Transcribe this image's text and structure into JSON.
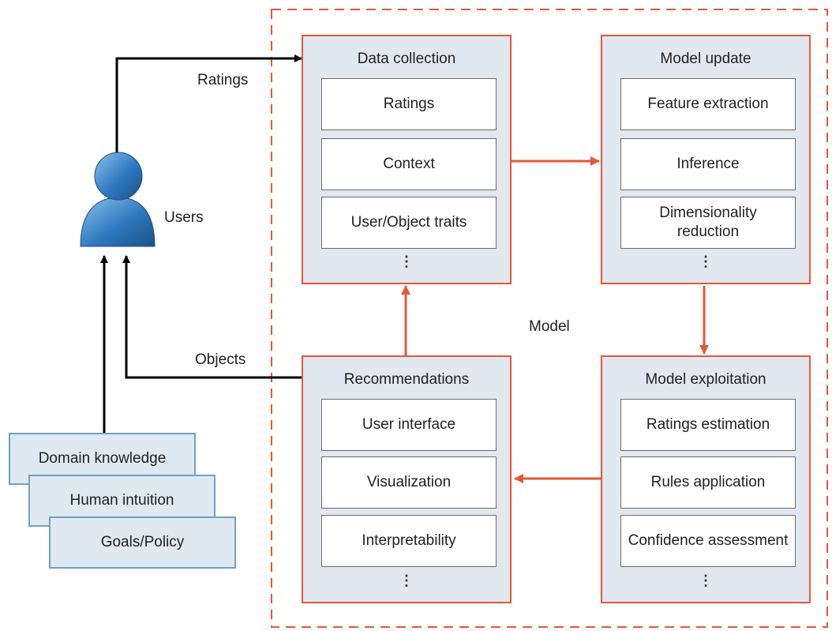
{
  "model_label": "Model",
  "users_label": "Users",
  "ratings_arrow_label": "Ratings",
  "objects_arrow_label": "Objects",
  "ellipsis": "⋮",
  "panels": {
    "data_collection": {
      "title": "Data collection",
      "items": [
        "Ratings",
        "Context",
        "User/Object traits"
      ]
    },
    "model_update": {
      "title": "Model update",
      "items": [
        "Feature extraction",
        "Inference",
        "Dimensionality reduction"
      ]
    },
    "recommendations": {
      "title": "Recommendations",
      "items": [
        "User interface",
        "Visualization",
        "Interpretability"
      ]
    },
    "model_exploitation": {
      "title": "Model exploitation",
      "items": [
        "Ratings estimation",
        "Rules application",
        "Confidence assessment"
      ]
    }
  },
  "knowledge_cards": [
    "Domain knowledge",
    "Human intuition",
    "Goals/Policy"
  ],
  "colors": {
    "accent": "#e4583a",
    "panel_fill": "#e1e8ef",
    "card_border": "#6da3c0",
    "user_icon": "#2f79c0"
  }
}
